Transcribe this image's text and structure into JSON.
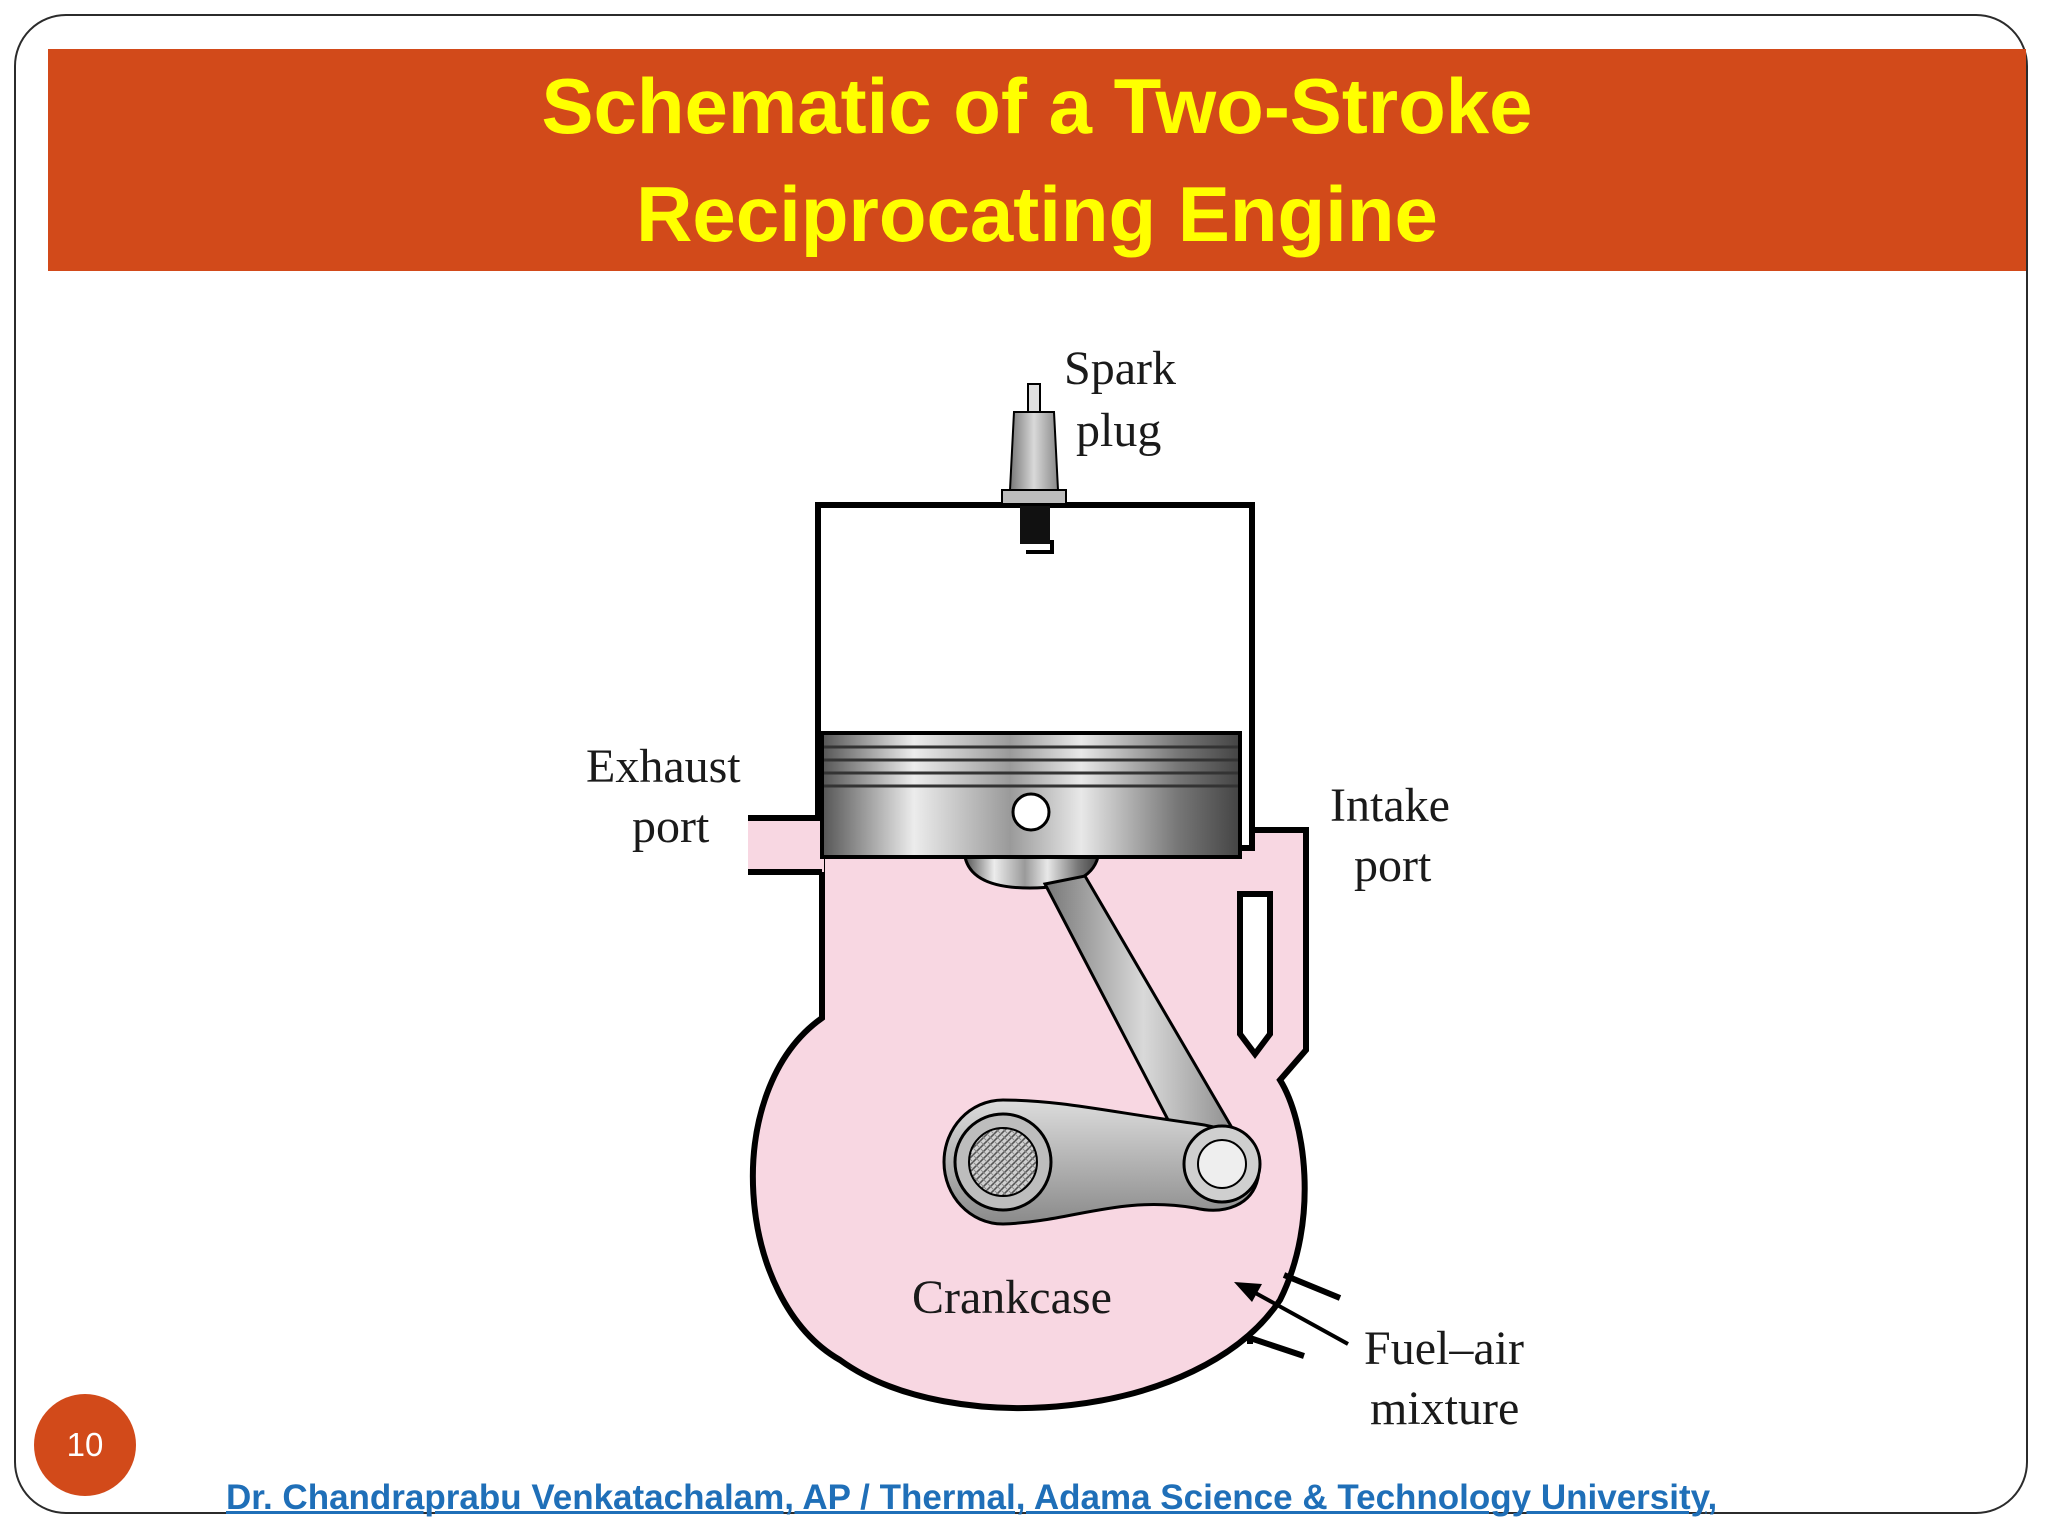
{
  "slide": {
    "title_lines": [
      "Schematic of a Two-Stroke",
      "Reciprocating Engine"
    ],
    "page_number": "10",
    "footer": "Dr. Chandraprabu Venkatachalam, AP / Thermal, Adama Science & Technology University,"
  },
  "diagram": {
    "labels": {
      "spark_1": "Spark",
      "spark_2": "plug",
      "exhaust_1": "Exhaust",
      "exhaust_2": "port",
      "intake_1": "Intake",
      "intake_2": "port",
      "crankcase": "Crankcase",
      "fuel_1": "Fuel–air",
      "fuel_2": "mixture"
    }
  },
  "colors": {
    "banner": "#d24a1a",
    "title_text": "#ffff00",
    "crankcase_fill": "#f8d7e2",
    "footer_text": "#1f6fb8"
  }
}
